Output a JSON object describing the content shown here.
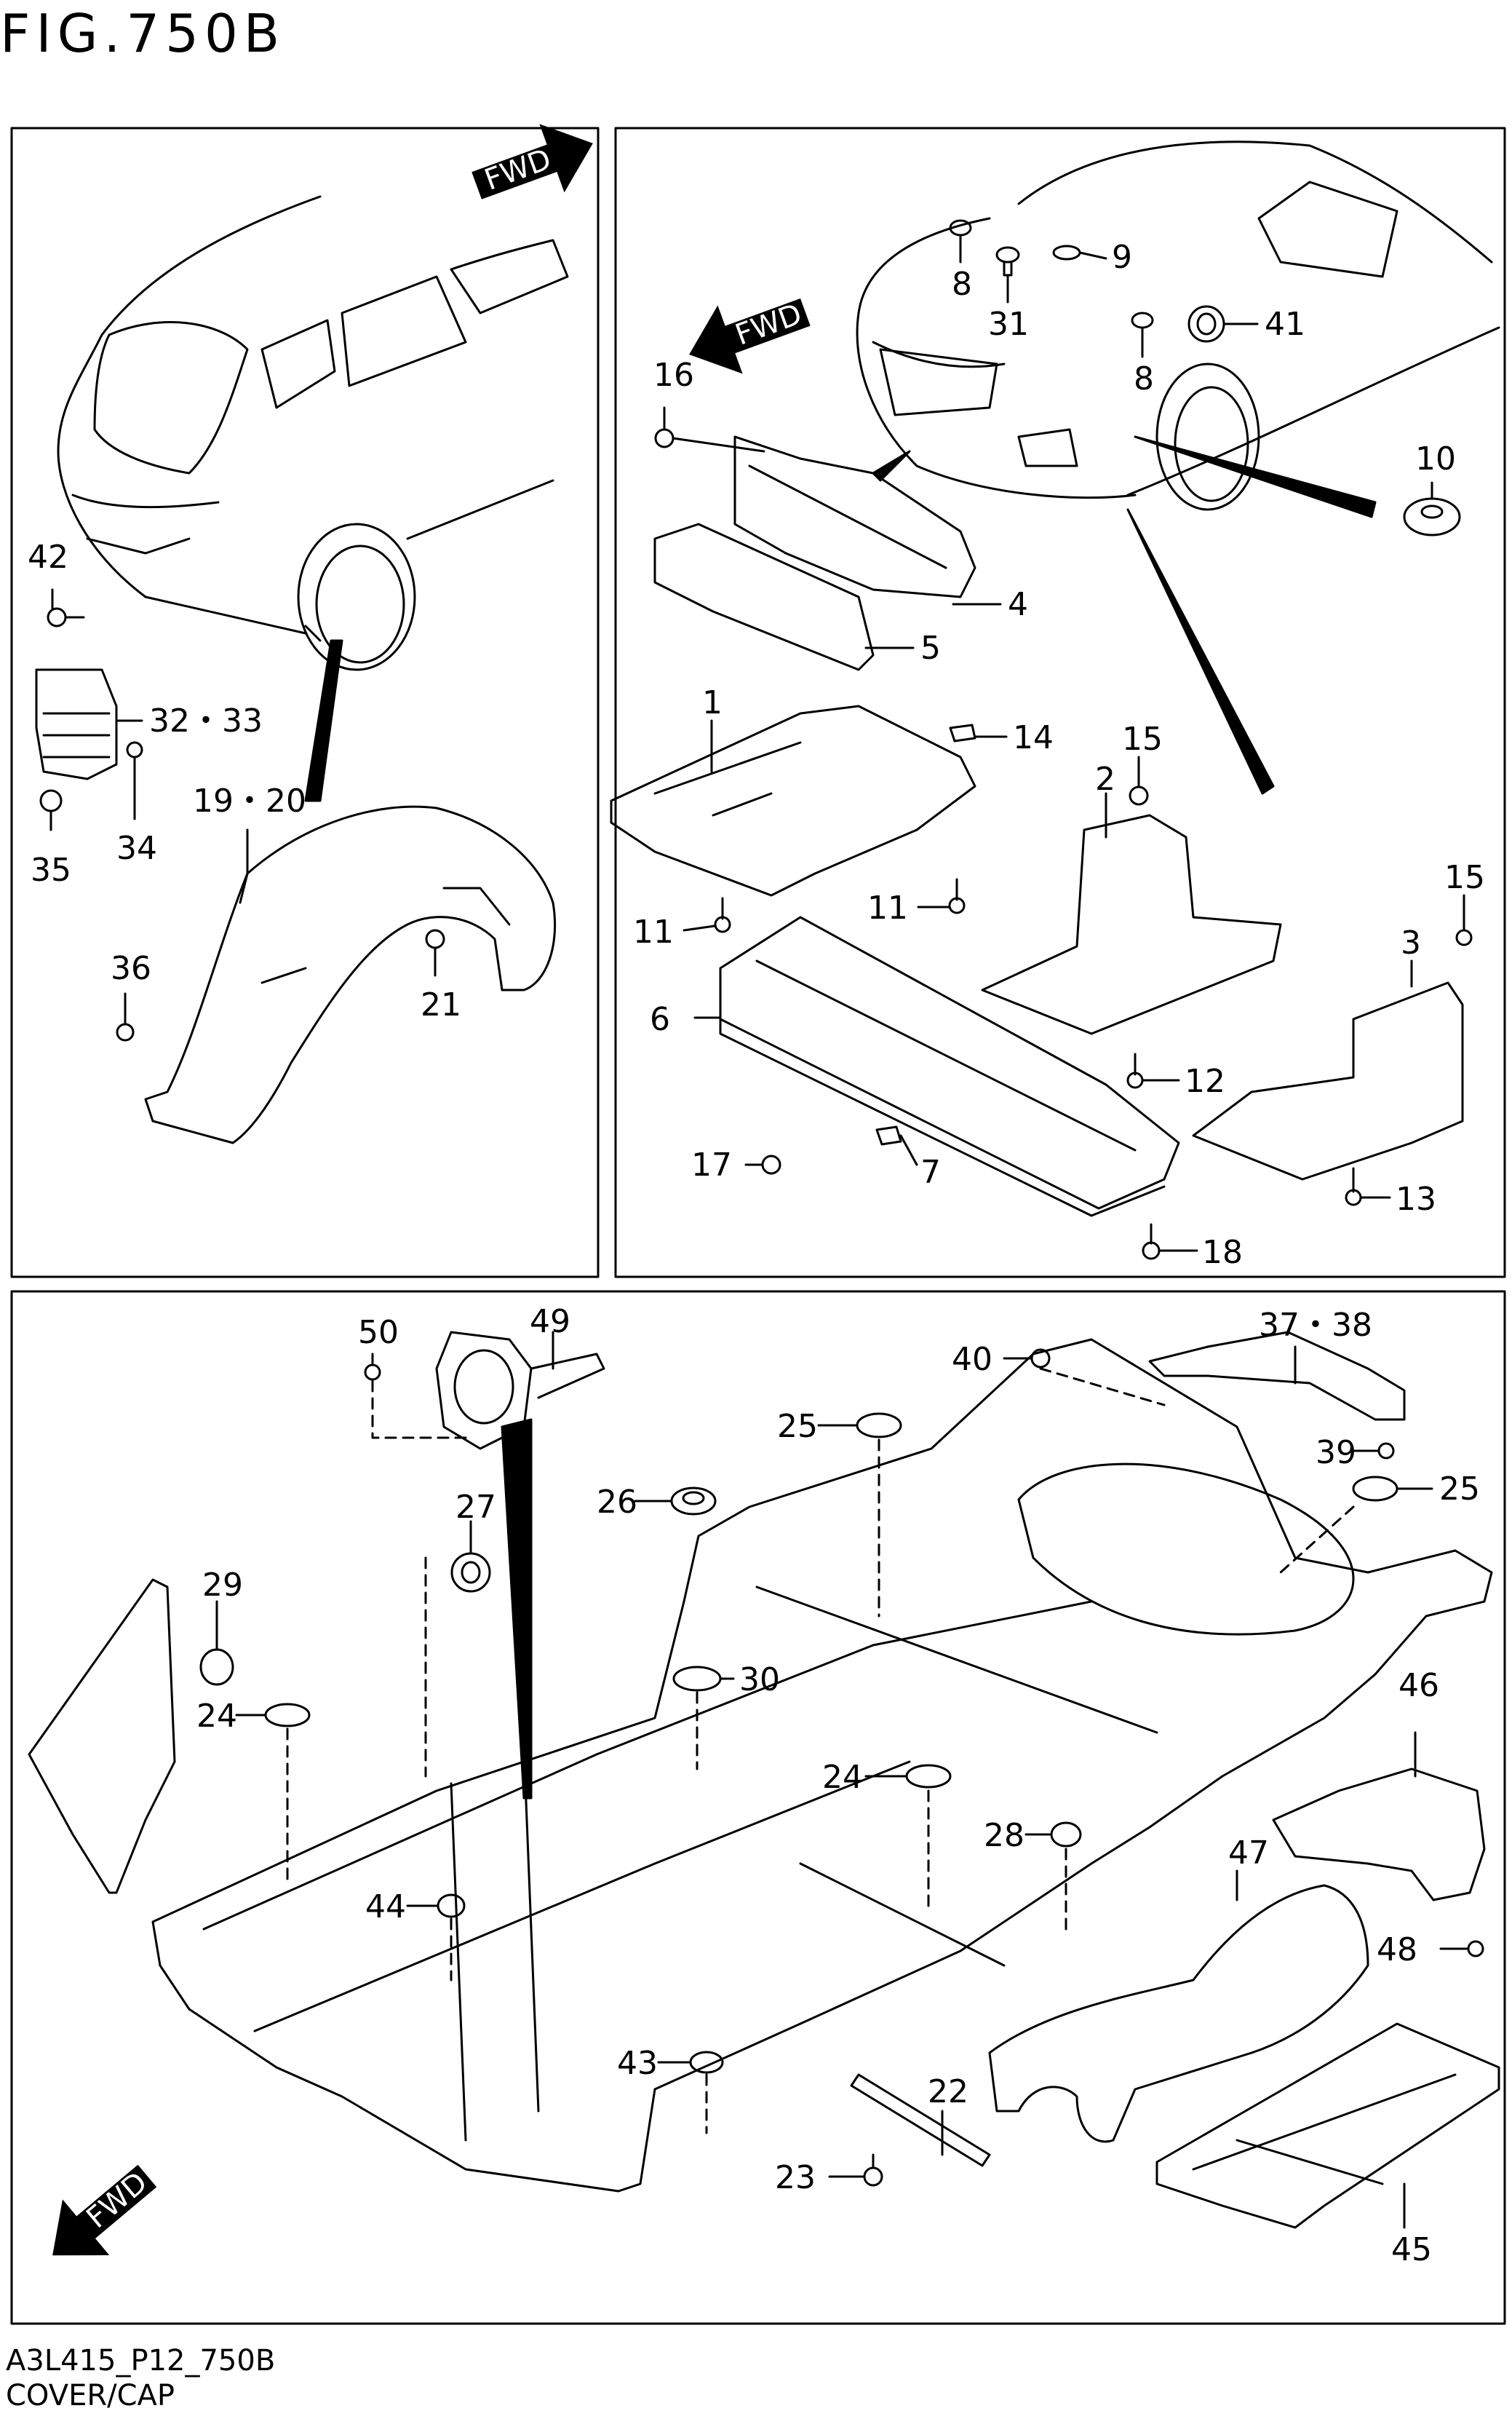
{
  "figure": {
    "title": "FIG.750B",
    "code": "A3L415_P12_750B",
    "caption": "COVER/CAP"
  },
  "fwd_label": "FWD",
  "panels": {
    "top_left": {
      "labels": [
        {
          "id": "42",
          "text": "42"
        },
        {
          "id": "32_33",
          "text": "32・33"
        },
        {
          "id": "34",
          "text": "34"
        },
        {
          "id": "35",
          "text": "35"
        },
        {
          "id": "19_20",
          "text": "19・20"
        },
        {
          "id": "36",
          "text": "36"
        },
        {
          "id": "21",
          "text": "21"
        }
      ]
    },
    "top_right": {
      "labels": [
        {
          "id": "8a",
          "text": "8"
        },
        {
          "id": "9",
          "text": "9"
        },
        {
          "id": "31",
          "text": "31"
        },
        {
          "id": "8b",
          "text": "8"
        },
        {
          "id": "41",
          "text": "41"
        },
        {
          "id": "16",
          "text": "16"
        },
        {
          "id": "10",
          "text": "10"
        },
        {
          "id": "4",
          "text": "4"
        },
        {
          "id": "5",
          "text": "5"
        },
        {
          "id": "1",
          "text": "1"
        },
        {
          "id": "14",
          "text": "14"
        },
        {
          "id": "15a",
          "text": "15"
        },
        {
          "id": "2",
          "text": "2"
        },
        {
          "id": "15b",
          "text": "15"
        },
        {
          "id": "11a",
          "text": "11"
        },
        {
          "id": "11b",
          "text": "11"
        },
        {
          "id": "3",
          "text": "3"
        },
        {
          "id": "6",
          "text": "6"
        },
        {
          "id": "12",
          "text": "12"
        },
        {
          "id": "17",
          "text": "17"
        },
        {
          "id": "7",
          "text": "7"
        },
        {
          "id": "13",
          "text": "13"
        },
        {
          "id": "18",
          "text": "18"
        }
      ]
    },
    "bottom": {
      "labels": [
        {
          "id": "50",
          "text": "50"
        },
        {
          "id": "49",
          "text": "49"
        },
        {
          "id": "40",
          "text": "40"
        },
        {
          "id": "37_38",
          "text": "37・38"
        },
        {
          "id": "25a",
          "text": "25"
        },
        {
          "id": "39",
          "text": "39"
        },
        {
          "id": "26",
          "text": "26"
        },
        {
          "id": "25b",
          "text": "25"
        },
        {
          "id": "27",
          "text": "27"
        },
        {
          "id": "29",
          "text": "29"
        },
        {
          "id": "30",
          "text": "30"
        },
        {
          "id": "24a",
          "text": "24"
        },
        {
          "id": "46",
          "text": "46"
        },
        {
          "id": "24b",
          "text": "24"
        },
        {
          "id": "28",
          "text": "28"
        },
        {
          "id": "47",
          "text": "47"
        },
        {
          "id": "44",
          "text": "44"
        },
        {
          "id": "48",
          "text": "48"
        },
        {
          "id": "43",
          "text": "43"
        },
        {
          "id": "22",
          "text": "22"
        },
        {
          "id": "23",
          "text": "23"
        },
        {
          "id": "45",
          "text": "45"
        }
      ]
    }
  }
}
